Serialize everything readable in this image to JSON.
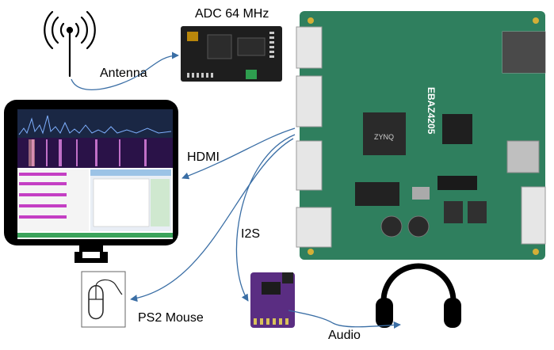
{
  "labels": {
    "adc": "ADC 64 MHz",
    "antenna": "Antenna",
    "hdmi": "HDMI",
    "i2s": "I2S",
    "mouse": "PS2 Mouse",
    "audio": "Audio"
  },
  "board": {
    "name": "EBAZ4205",
    "chip": "ZYNQ"
  },
  "colors": {
    "board_green": "#2f7f5e",
    "connector_white": "#e6e6e6",
    "arrow_blue": "#3a6ea5",
    "dac_purple": "#5a2d82",
    "adc_pcb": "#1e1e1e"
  },
  "icons": [
    "antenna-icon",
    "monitor-icon",
    "mouse-icon",
    "headphones-icon"
  ]
}
